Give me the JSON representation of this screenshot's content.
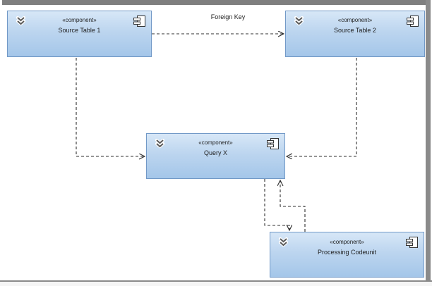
{
  "diagram": {
    "components": [
      {
        "id": "source-table-1",
        "stereotype": "«component»",
        "name": "Source Table 1"
      },
      {
        "id": "source-table-2",
        "stereotype": "«component»",
        "name": "Source Table 2"
      },
      {
        "id": "query-x",
        "stereotype": "«component»",
        "name": "Query X"
      },
      {
        "id": "processing-codeunit",
        "stereotype": "«component»",
        "name": "Processing Codeunit"
      }
    ],
    "connectors": [
      {
        "from": "Source Table 1",
        "to": "Source Table 2",
        "label": "Foreign Key",
        "type": "dependency-dashed-open-arrow"
      },
      {
        "from": "Source Table 1",
        "to": "Query X",
        "label": "",
        "type": "dependency-dashed-open-arrow"
      },
      {
        "from": "Source Table 2",
        "to": "Query X",
        "label": "",
        "type": "dependency-dashed-open-arrow"
      },
      {
        "from": "Query X",
        "to": "Processing Codeunit",
        "label": "",
        "type": "dependency-dashed-open-arrow"
      },
      {
        "from": "Processing Codeunit",
        "to": "Query X",
        "label": "",
        "type": "dependency-dashed-open-arrow"
      }
    ],
    "colors": {
      "component_fill_top": "#d7e7f7",
      "component_fill_bottom": "#a4c6e9",
      "component_border": "#7299c7",
      "connector_line": "#2f2f2f",
      "frame_gray": "#7f7f7f",
      "canvas": "#ffffff"
    }
  }
}
